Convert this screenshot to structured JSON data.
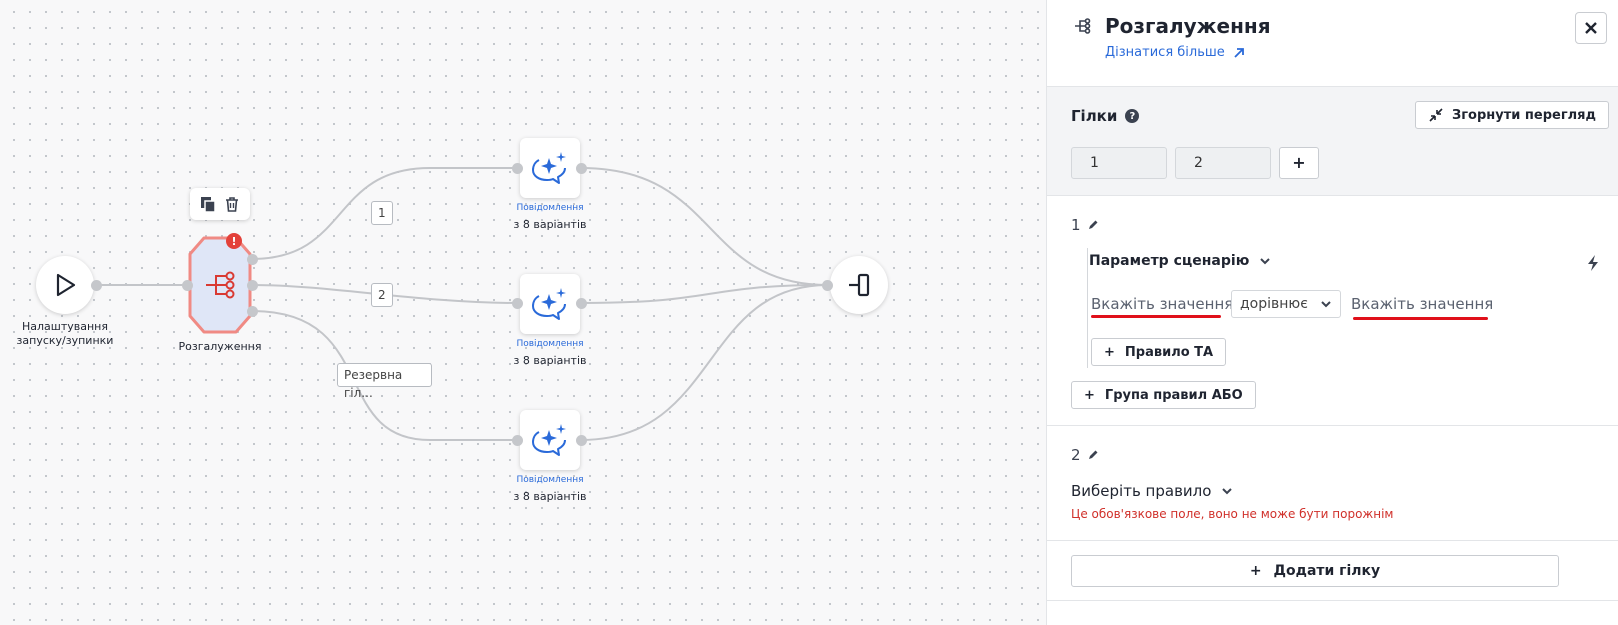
{
  "canvas": {
    "start_node": {
      "label_line1": "Налаштування",
      "label_line2": "запуску/зупинки"
    },
    "branch_node": {
      "label": "Розгалуження",
      "error_badge": "!"
    },
    "edge_labels": [
      "1",
      "2",
      "Резервна гіл..."
    ],
    "message_nodes": [
      {
        "title": "Повідомлення",
        "subtitle": "з 8 варіантів"
      },
      {
        "title": "Повідомлення",
        "subtitle": "з 8 варіантів"
      },
      {
        "title": "Повідомлення",
        "subtitle": "з 8 варіантів"
      }
    ]
  },
  "panel": {
    "title": "Розгалуження",
    "learn_more": "Дізнатися більше",
    "branches_title": "Гілки",
    "collapse_label": "Згорнути перегляд",
    "branch_chips": [
      "1",
      "2"
    ],
    "add_chip": "+",
    "branch1": {
      "name": "1",
      "parameter": "Параметр сценарію",
      "left_value": "Вкажіть значення",
      "operator": "дорівнює",
      "right_value": "Вкажіть значення",
      "and_rule": "Правило ТА",
      "or_group": "Група правил АБО"
    },
    "branch2": {
      "name": "2",
      "select_rule": "Виберіть правило",
      "error": "Це обов'язкове поле, воно не може бути порожнім"
    },
    "add_branch": "Додати гілку"
  },
  "colors": {
    "accent": "#2a6ad9",
    "error": "#e0101a",
    "branch_node_fill": "#dfe6f7",
    "branch_node_border": "#f08a84"
  }
}
